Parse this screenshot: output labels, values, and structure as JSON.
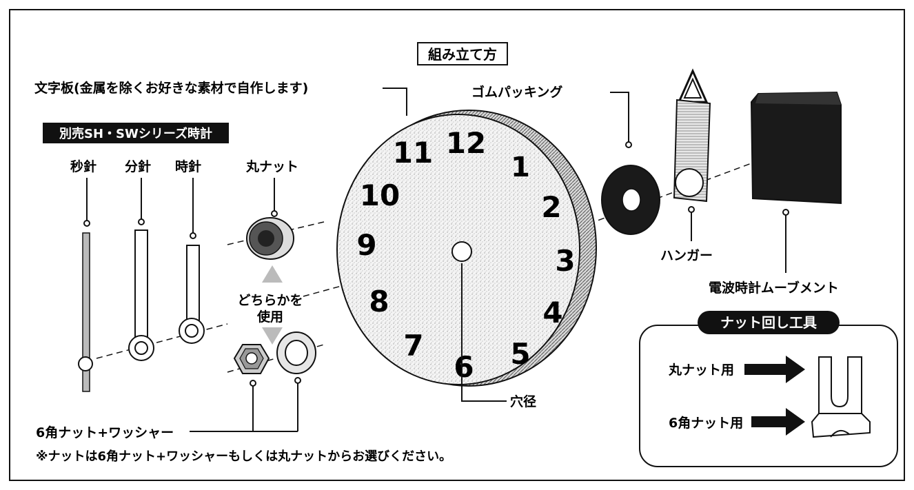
{
  "title": "組み立て方",
  "labels": {
    "dial": "文字板(金属を除くお好きな素材で自作します)",
    "rubber_packing": "ゴムパッキング",
    "sold_separately": "別売SH・SWシリーズ時計",
    "second_hand": "秒針",
    "minute_hand": "分針",
    "hour_hand": "時針",
    "round_nut": "丸ナット",
    "either_line1": "どちらかを",
    "either_line2": "使用",
    "hanger": "ハンガー",
    "movement": "電波時計ムーブメント",
    "hole_diameter": "穴径",
    "hex_nut_washer": "6角ナット+ワッシャー",
    "note": "※ナットは6角ナット+ワッシャーもしくは丸ナットからお選びください。"
  },
  "tool_box": {
    "title": "ナット回し工具",
    "round_nut_use": "丸ナット用",
    "hex_nut_use": "6角ナット用"
  },
  "dial_numbers": [
    "12",
    "1",
    "2",
    "3",
    "4",
    "5",
    "6",
    "7",
    "8",
    "9",
    "10",
    "11"
  ]
}
